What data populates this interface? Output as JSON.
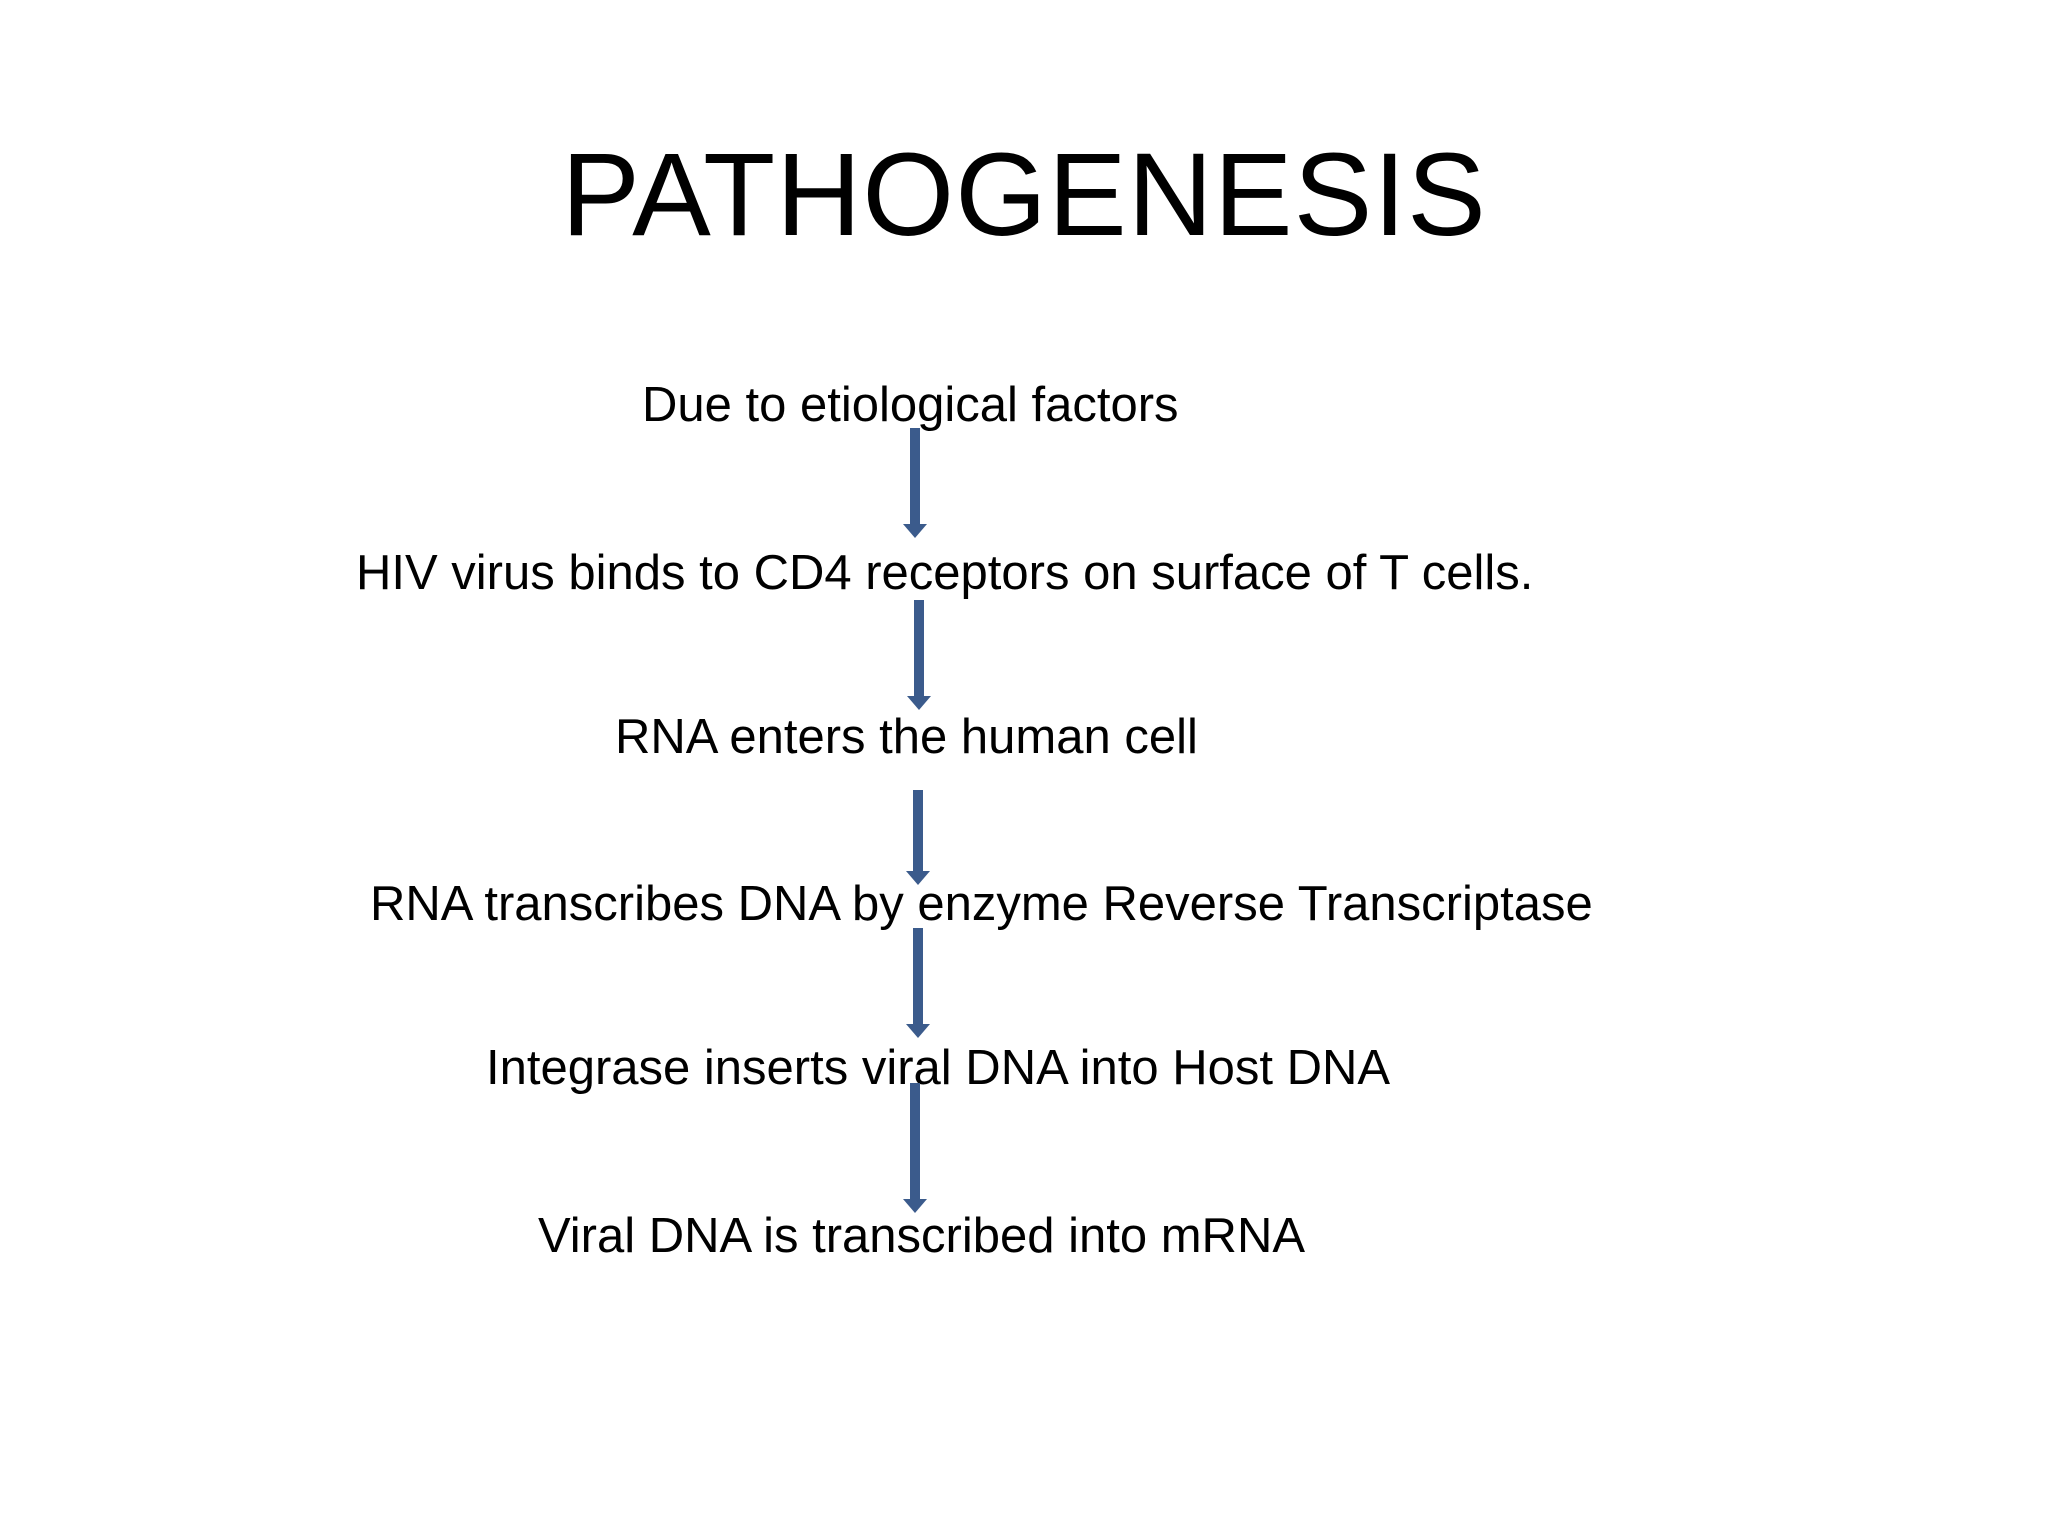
{
  "slide": {
    "title": "PATHOGENESIS"
  },
  "flow": {
    "steps": [
      "Due to etiological factors",
      "HIV virus binds to CD4 receptors on surface of T cells.",
      "RNA enters the human cell",
      "RNA transcribes DNA by enzyme Reverse Transcriptase",
      "Integrase inserts viral DNA into Host DNA",
      "Viral DNA is transcribed into mRNA"
    ],
    "arrow_color": "#3B5B8C",
    "arrow_icon": "down-arrow-icon"
  }
}
